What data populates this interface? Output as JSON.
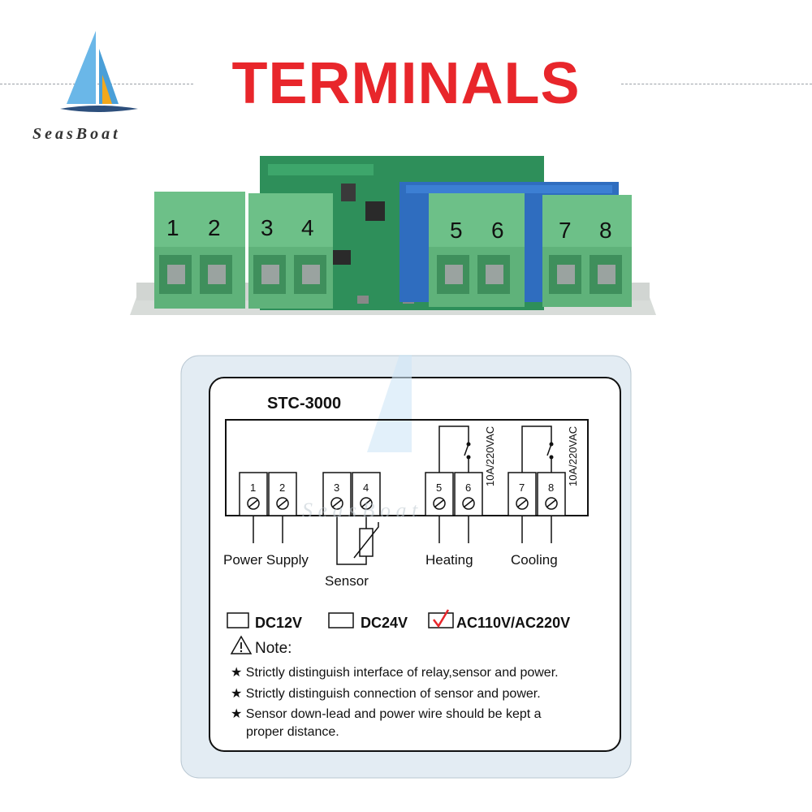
{
  "header": {
    "title": "TERMINALS"
  },
  "logo": {
    "text": "SeasBoat",
    "icon": "sailboat-logo-icon",
    "watermark": "S e a s B o a t"
  },
  "board": {
    "terminal_numbers": [
      "1",
      "2",
      "3",
      "4",
      "5",
      "6",
      "7",
      "8"
    ]
  },
  "diagram": {
    "model": "STC-3000",
    "terminals": [
      "1",
      "2",
      "3",
      "4",
      "5",
      "6",
      "7",
      "8"
    ],
    "relay_rating": "10A/220VAC",
    "groups": {
      "power": "Power Supply",
      "sensor": "Sensor",
      "heating": "Heating",
      "cooling": "Cooling"
    },
    "voltage_options": [
      {
        "label": "DC12V",
        "checked": false
      },
      {
        "label": "DC24V",
        "checked": false
      },
      {
        "label": "AC110V/AC220V",
        "checked": true
      }
    ],
    "note_title": "Note:",
    "notes": [
      "Strictly distinguish interface of relay,sensor and power.",
      "Strictly distinguish connection of sensor and power.",
      "Sensor down-lead and power wire should be kept a",
      "proper distance."
    ]
  },
  "colors": {
    "title_red": "#e8262b",
    "terminal_green": "#5fb27a",
    "relay_blue": "#2f6dbf",
    "check_red": "#e8262b"
  }
}
